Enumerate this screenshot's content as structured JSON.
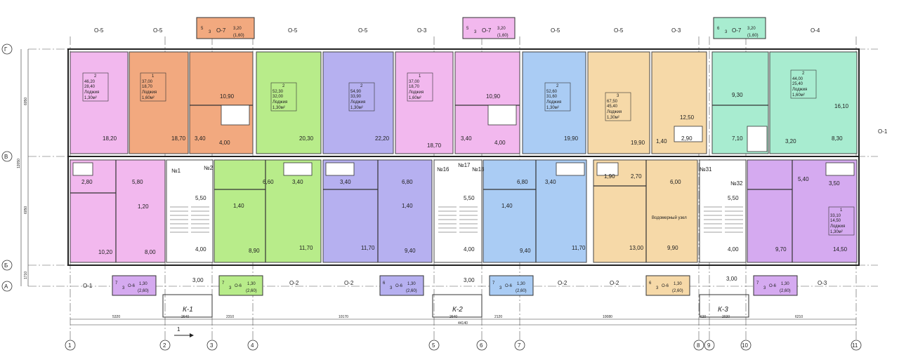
{
  "window_labels_top": [
    "О-5",
    "О-5",
    "О-5",
    "О-5",
    "О-3",
    "О-5",
    "О-5",
    "О-3",
    "О-4"
  ],
  "window_labels_bottom": [
    "О-1",
    "О-2",
    "О-2",
    "О-2",
    "О-2",
    "О-3"
  ],
  "window_label_side": "О-1",
  "top_balconies": [
    {
      "room": "5",
      "count": "3",
      "type": "О-7",
      "area": "3,20",
      "loggia": "(1,60)"
    },
    {
      "room": "5",
      "count": "3",
      "type": "О-7",
      "area": "3,20",
      "loggia": "(1,60)"
    },
    {
      "room": "6",
      "count": "3",
      "type": "О-7",
      "area": "3,20",
      "loggia": "(1,60)"
    }
  ],
  "bottom_balconies": [
    {
      "room": "7",
      "count": "3",
      "type": "О-6",
      "area": "1,30",
      "loggia": "(2,60)"
    },
    {
      "room": "7",
      "count": "3",
      "type": "О-6",
      "area": "1,30",
      "loggia": "(2,60)"
    },
    {
      "room": "6",
      "count": "3",
      "type": "О-6",
      "area": "1,30",
      "loggia": "(2,60)"
    },
    {
      "room": "7",
      "count": "3",
      "type": "О-6",
      "area": "1,30",
      "loggia": "(2,60)"
    },
    {
      "room": "6",
      "count": "3",
      "type": "О-6",
      "area": "1,30",
      "loggia": "(2,60)"
    },
    {
      "room": "7",
      "count": "3",
      "type": "О-6",
      "area": "1,30",
      "loggia": "(2,60)"
    }
  ],
  "apartments_top": [
    {
      "rooms": "2",
      "total": "46,20",
      "living": "28,40",
      "loggia_label": "Лоджия",
      "loggia": "1,30м²",
      "color": "#f2b8ee"
    },
    {
      "rooms": "1",
      "total": "37,00",
      "living": "18,70",
      "loggia_label": "Лоджия",
      "loggia": "1,60м²",
      "color": "#f2a97f"
    },
    {
      "rooms": "2",
      "total": "52,30",
      "living": "32,00",
      "loggia_label": "Лоджия",
      "loggia": "1,30м²",
      "color": "#b8ec8a"
    },
    {
      "rooms": "2",
      "total": "54,90",
      "living": "33,90",
      "loggia_label": "Лоджия",
      "loggia": "1,30м²",
      "color": "#b6b0f0"
    },
    {
      "rooms": "1",
      "total": "37,00",
      "living": "18,70",
      "loggia_label": "Лоджия",
      "loggia": "1,60м²",
      "color": "#f2b8ee"
    },
    {
      "rooms": "2",
      "total": "52,60",
      "living": "31,60",
      "loggia_label": "Лоджия",
      "loggia": "1,30м²",
      "color": "#aaccf4"
    },
    {
      "rooms": "3",
      "total": "67,50",
      "living": "45,40",
      "loggia_label": "Лоджия",
      "loggia": "1,30м²",
      "color": "#f6d9a8"
    },
    {
      "rooms": "2",
      "total": "44,00",
      "living": "25,40",
      "loggia_label": "Лоджия",
      "loggia": "1,60м²",
      "color": "#a8ecd0"
    }
  ],
  "apartment_bottom": {
    "rooms": "1",
    "total": "33,10",
    "living": "14,50",
    "loggia_label": "Лоджия",
    "loggia": "1,30м²"
  },
  "room_areas_top": [
    "18,20",
    "18,70",
    "10,90",
    "3,40",
    "4,00",
    "20,30",
    "22,20",
    "18,70",
    "10,90",
    "3,40",
    "4,00",
    "19,90",
    "19,90",
    "12,50",
    "1,40",
    "2,90",
    "9,30",
    "16,10",
    "7,10",
    "3,20",
    "8,30"
  ],
  "room_areas_bottom": [
    "5,80",
    "2,80",
    "1,20",
    "10,20",
    "8,00",
    "5,50",
    "4,00",
    "3,00",
    "6,60",
    "3,40",
    "1,40",
    "8,90",
    "11,70",
    "3,40",
    "6,80",
    "1,40",
    "11,70",
    "9,40",
    "5,50",
    "4,00",
    "3,00",
    "6,80",
    "3,40",
    "1,40",
    "9,40",
    "11,70",
    "1,90",
    "2,70",
    "6,00",
    "13,00",
    "9,90",
    "5,50",
    "4,00",
    "3,00",
    "5,40",
    "3,50",
    "9,70",
    "14,50"
  ],
  "stair_numbers": [
    "№1",
    "№2",
    "№16",
    "№17",
    "№18",
    "№31",
    "№32"
  ],
  "special_room": "Водомерный узел",
  "entrances": [
    "К-1",
    "К-2",
    "К-3"
  ],
  "axes_horizontal": [
    "1",
    "2",
    "3",
    "4",
    "5",
    "6",
    "7",
    "8",
    "9",
    "10",
    "11"
  ],
  "axes_vertical": [
    "Г",
    "В",
    "Б",
    "А"
  ],
  "dims_bottom": [
    "5320",
    "2640",
    "2310",
    "10170",
    "2640",
    "2120",
    "10080",
    "620",
    "2020",
    "6210"
  ],
  "dim_total": "44140",
  "dims_left": [
    "6050",
    "12050",
    "6050",
    "1710"
  ],
  "section_mark": "1",
  "colors": {
    "pink": "#f2b8ee",
    "orange": "#f2a97f",
    "green": "#b8ec8a",
    "violet": "#b6b0f0",
    "blue": "#aaccf4",
    "peach": "#f6d9a8",
    "mint": "#a8ecd0",
    "line": "#333333"
  }
}
